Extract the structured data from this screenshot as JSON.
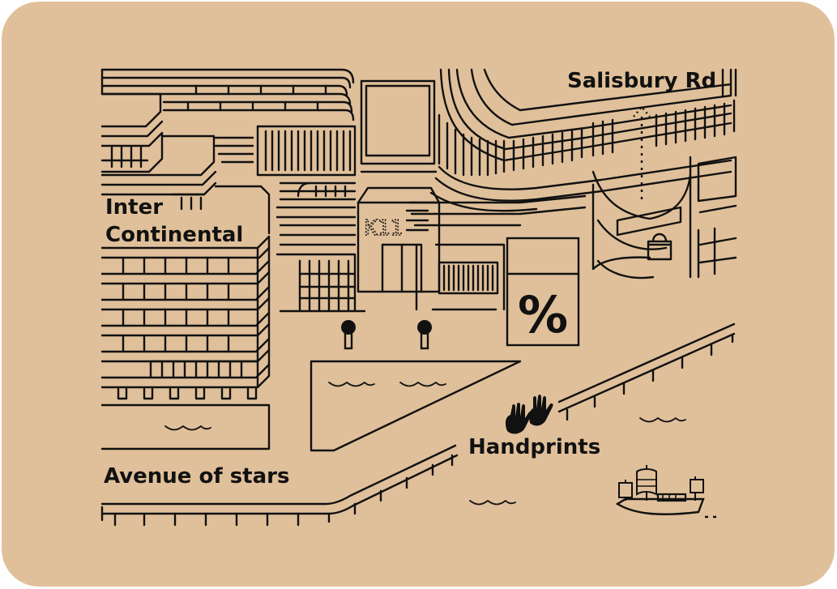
{
  "map": {
    "background_color": "#E0C09A",
    "ink_color": "#111111",
    "labels": {
      "salisbury": "Salisbury Rd",
      "intercontinental_line1": "Inter",
      "intercontinental_line2": "Continental",
      "k11": "K11",
      "avenue": "Avenue of stars",
      "handprints": "Handprints"
    },
    "icons": [
      "percent-sign-icon",
      "up-arrow-icon",
      "hands-icon",
      "junk-boat-icon",
      "tree-icon",
      "wave-icon",
      "bag-icon"
    ]
  }
}
